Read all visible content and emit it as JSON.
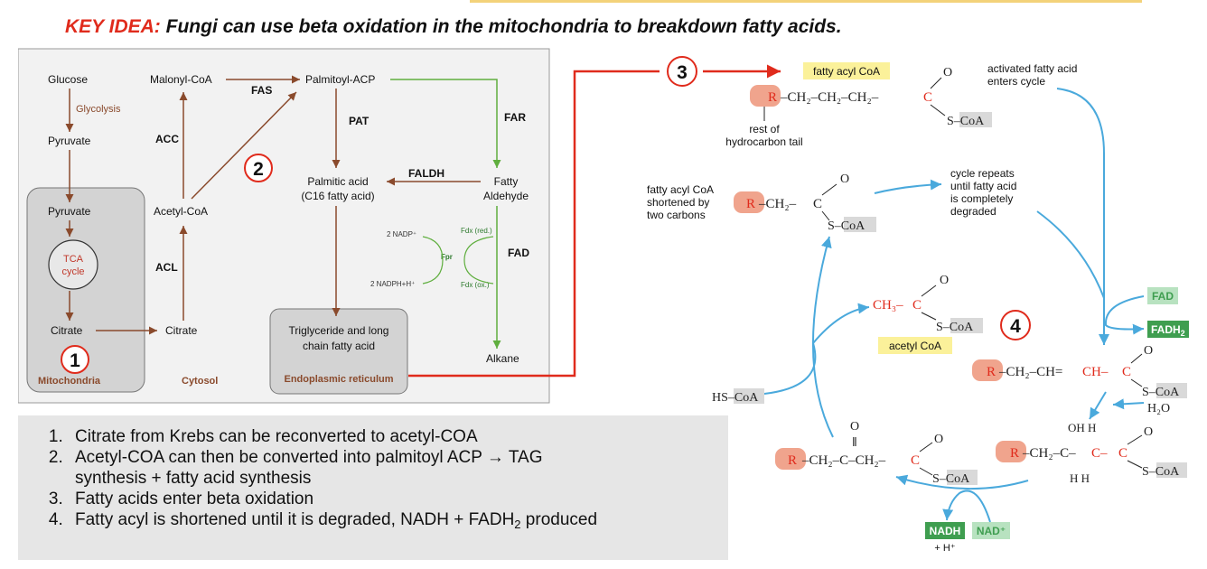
{
  "title": {
    "keyword": "KEY IDEA:",
    "text": " Fungi can use beta oxidation in the mitochondria to breakdown fatty acids."
  },
  "left": {
    "glucose": "Glucose",
    "glycolysis": "Glycolysis",
    "pyruvate1": "Pyruvate",
    "pyruvate2": "Pyruvate",
    "tca": "TCA",
    "cycle": "cycle",
    "citrate_mito": "Citrate",
    "mitochondria": "Mitochondria",
    "malonyl": "Malonyl-CoA",
    "acc": "ACC",
    "acetyl": "Acetyl-CoA",
    "acl": "ACL",
    "citrate_cyto": "Citrate",
    "cytosol": "Cytosol",
    "fas": "FAS",
    "palmitoyl": "Palmitoyl-ACP",
    "pat": "PAT",
    "far": "FAR",
    "palmitic1": "Palmitic acid",
    "palmitic2": "(C16 fatty acid)",
    "faldh": "FALDH",
    "fatty": "Fatty",
    "aldehyde": "Aldehyde",
    "nadp": "2 NADP⁺",
    "nadph": "2 NADPH+H⁺",
    "fpr": "Fpr",
    "fdx_red": "Fdx (red.)",
    "fdx_ox": "Fdx (ox.)",
    "fad": "FAD",
    "trig1": "Triglyceride and long",
    "trig2": "chain fatty acid",
    "er": "Endoplasmic reticulum",
    "alkane": "Alkane"
  },
  "markers": {
    "m1": "1",
    "m2": "2",
    "m3": "3",
    "m4": "4"
  },
  "right": {
    "fatty_acyl_coa": "fatty acyl CoA",
    "activated1": "activated fatty acid",
    "activated2": "enters cycle",
    "rest1": "rest of",
    "rest2": "hydrocarbon tail",
    "shortened1": "fatty acyl CoA",
    "shortened2": "shortened by",
    "shortened3": "two carbons",
    "repeats1": "cycle repeats",
    "repeats2": "until fatty acid",
    "repeats3": "is completely",
    "repeats4": "degraded",
    "acetyl_coa": "acetyl CoA",
    "hs_coa": "HS–CoA",
    "fad": "FAD",
    "fadh2": "FADH",
    "fadh2_sub": "2",
    "h2o": "H₂O",
    "nadh": "NADH",
    "nad": "NAD⁺",
    "hplus": "+ H⁺",
    "R": "R",
    "O": "O",
    "S_CoA": "S–CoA",
    "ch2_chain": "–CH₂–CH₂–CH₂–",
    "C": "C",
    "ch2_c": "–CH₂–",
    "ch3": "CH₃–",
    "enoyl_mid": "–CH₂–CH=",
    "enoyl_ch": "CH–",
    "oh_h": "OH  H",
    "h_h": "H    H",
    "hydroxy_mid": "–CH₂–C–",
    "keto_mid": "–CH₂–C–CH₂–",
    "dashC": "C–",
    "dbl": "‖"
  },
  "notes": {
    "n1": "Citrate from Krebs can be reconverted to acetyl-COA",
    "n2a": "Acetyl-COA can then be converted into palmitoyl ACP → TAG",
    "n2b": "synthesis + fatty acid synthesis",
    "n3": "Fatty acids enter beta oxidation",
    "n4": "Fatty acyl is shortened until it is degraded, NADH + FADH",
    "n4_sub": "2",
    "n4_end": " produced"
  },
  "colors": {
    "red": "#e02b1c",
    "brown": "#8a4a2c",
    "green": "#5fae3e",
    "blue": "#4aa9dc",
    "yellow": "#fbf19a",
    "salmon": "#f0a48d",
    "coa_gray": "#d9d9d9",
    "fad_light": "#b8e2c0",
    "fadh_dark": "#3f9e50"
  }
}
